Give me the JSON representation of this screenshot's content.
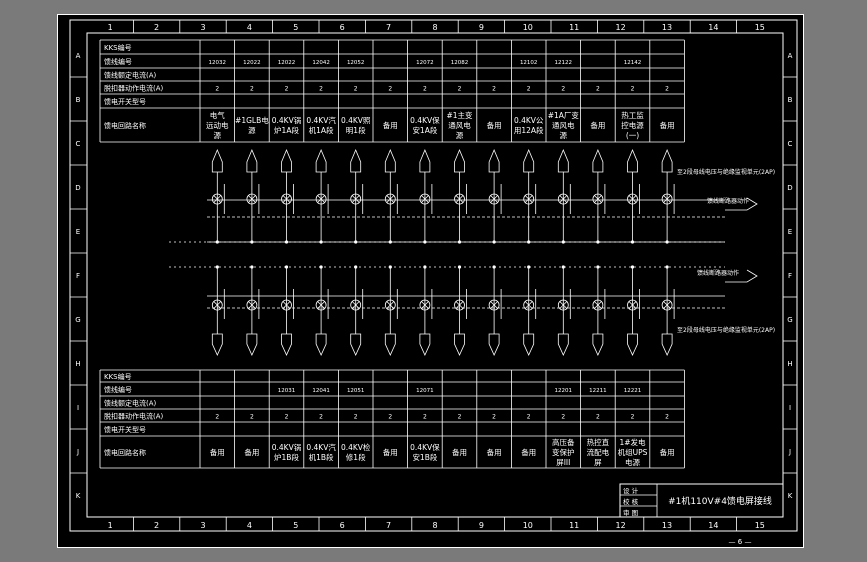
{
  "columns": [
    "1",
    "2",
    "3",
    "4",
    "5",
    "6",
    "7",
    "8",
    "9",
    "10",
    "11",
    "12",
    "13",
    "14",
    "15"
  ],
  "rows": [
    "A",
    "B",
    "C",
    "D",
    "E",
    "F",
    "G",
    "H",
    "I",
    "J",
    "K"
  ],
  "upper_table": {
    "row_labels": [
      "KKS编号",
      "馈线编号",
      "馈线额定电流(A)",
      "脱扣器动作电流(A)",
      "馈电开关型号",
      "馈电回路名称"
    ],
    "feeders": [
      {
        "no": "12032",
        "name": "电气\n远动电\n源"
      },
      {
        "no": "12022",
        "name": "#1GLB电\n源"
      },
      {
        "no": "12022",
        "name": "0.4KV锅\n炉1A段"
      },
      {
        "no": "12042",
        "name": "0.4KV汽\n机1A段"
      },
      {
        "no": "12052",
        "name": "0.4KV照\n明1段"
      },
      {
        "no": "",
        "name": "备用"
      },
      {
        "no": "12072",
        "name": "0.4KV保\n安1A段"
      },
      {
        "no": "12082",
        "name": "#1主变\n通风电\n源"
      },
      {
        "no": "",
        "name": "备用"
      },
      {
        "no": "12102",
        "name": "0.4KV公\n用12A段"
      },
      {
        "no": "12122",
        "name": "#1A厂变\n通风电\n源"
      },
      {
        "no": "",
        "name": "备用"
      },
      {
        "no": "12142",
        "name": "热工监\n控电源\n(一)"
      },
      {
        "no": "",
        "name": "备用"
      }
    ]
  },
  "lower_table": {
    "row_labels": [
      "KKS编号",
      "馈线编号",
      "馈线额定电流(A)",
      "脱扣器动作电流(A)",
      "馈电开关型号",
      "馈电回路名称"
    ],
    "feeders": [
      {
        "no": "",
        "name": "备用"
      },
      {
        "no": "",
        "name": "备用"
      },
      {
        "no": "12031",
        "name": "0.4KV锅\n炉1B段"
      },
      {
        "no": "12041",
        "name": "0.4KV汽\n机1B段"
      },
      {
        "no": "12051",
        "name": "0.4KV检\n修1段"
      },
      {
        "no": "",
        "name": "备用"
      },
      {
        "no": "12071",
        "name": "0.4KV保\n安1B段"
      },
      {
        "no": "",
        "name": "备用"
      },
      {
        "no": "",
        "name": "备用"
      },
      {
        "no": "",
        "name": "备用"
      },
      {
        "no": "12201",
        "name": "高压备\n变保护\n屏III"
      },
      {
        "no": "12211",
        "name": "热控直\n流配电\n屏"
      },
      {
        "no": "12221",
        "name": "1#发电\n机组UPS\n电源"
      },
      {
        "no": "",
        "name": "备用"
      }
    ]
  },
  "annotations": {
    "upper_monitor": "至2段母线电压与绝缘监视单元(2AP)",
    "relay_action_1": "馈线断路器动作",
    "relay_action_2": "馈线断路器动作",
    "lower_monitor": "至2段母线电压与绝缘监视单元(2AP)"
  },
  "title_block": {
    "r1": "设 计",
    "r2": "校 核",
    "r3": "审 图",
    "title": "#1机110V#4馈电屏接线"
  },
  "page_number": "— 6 —"
}
